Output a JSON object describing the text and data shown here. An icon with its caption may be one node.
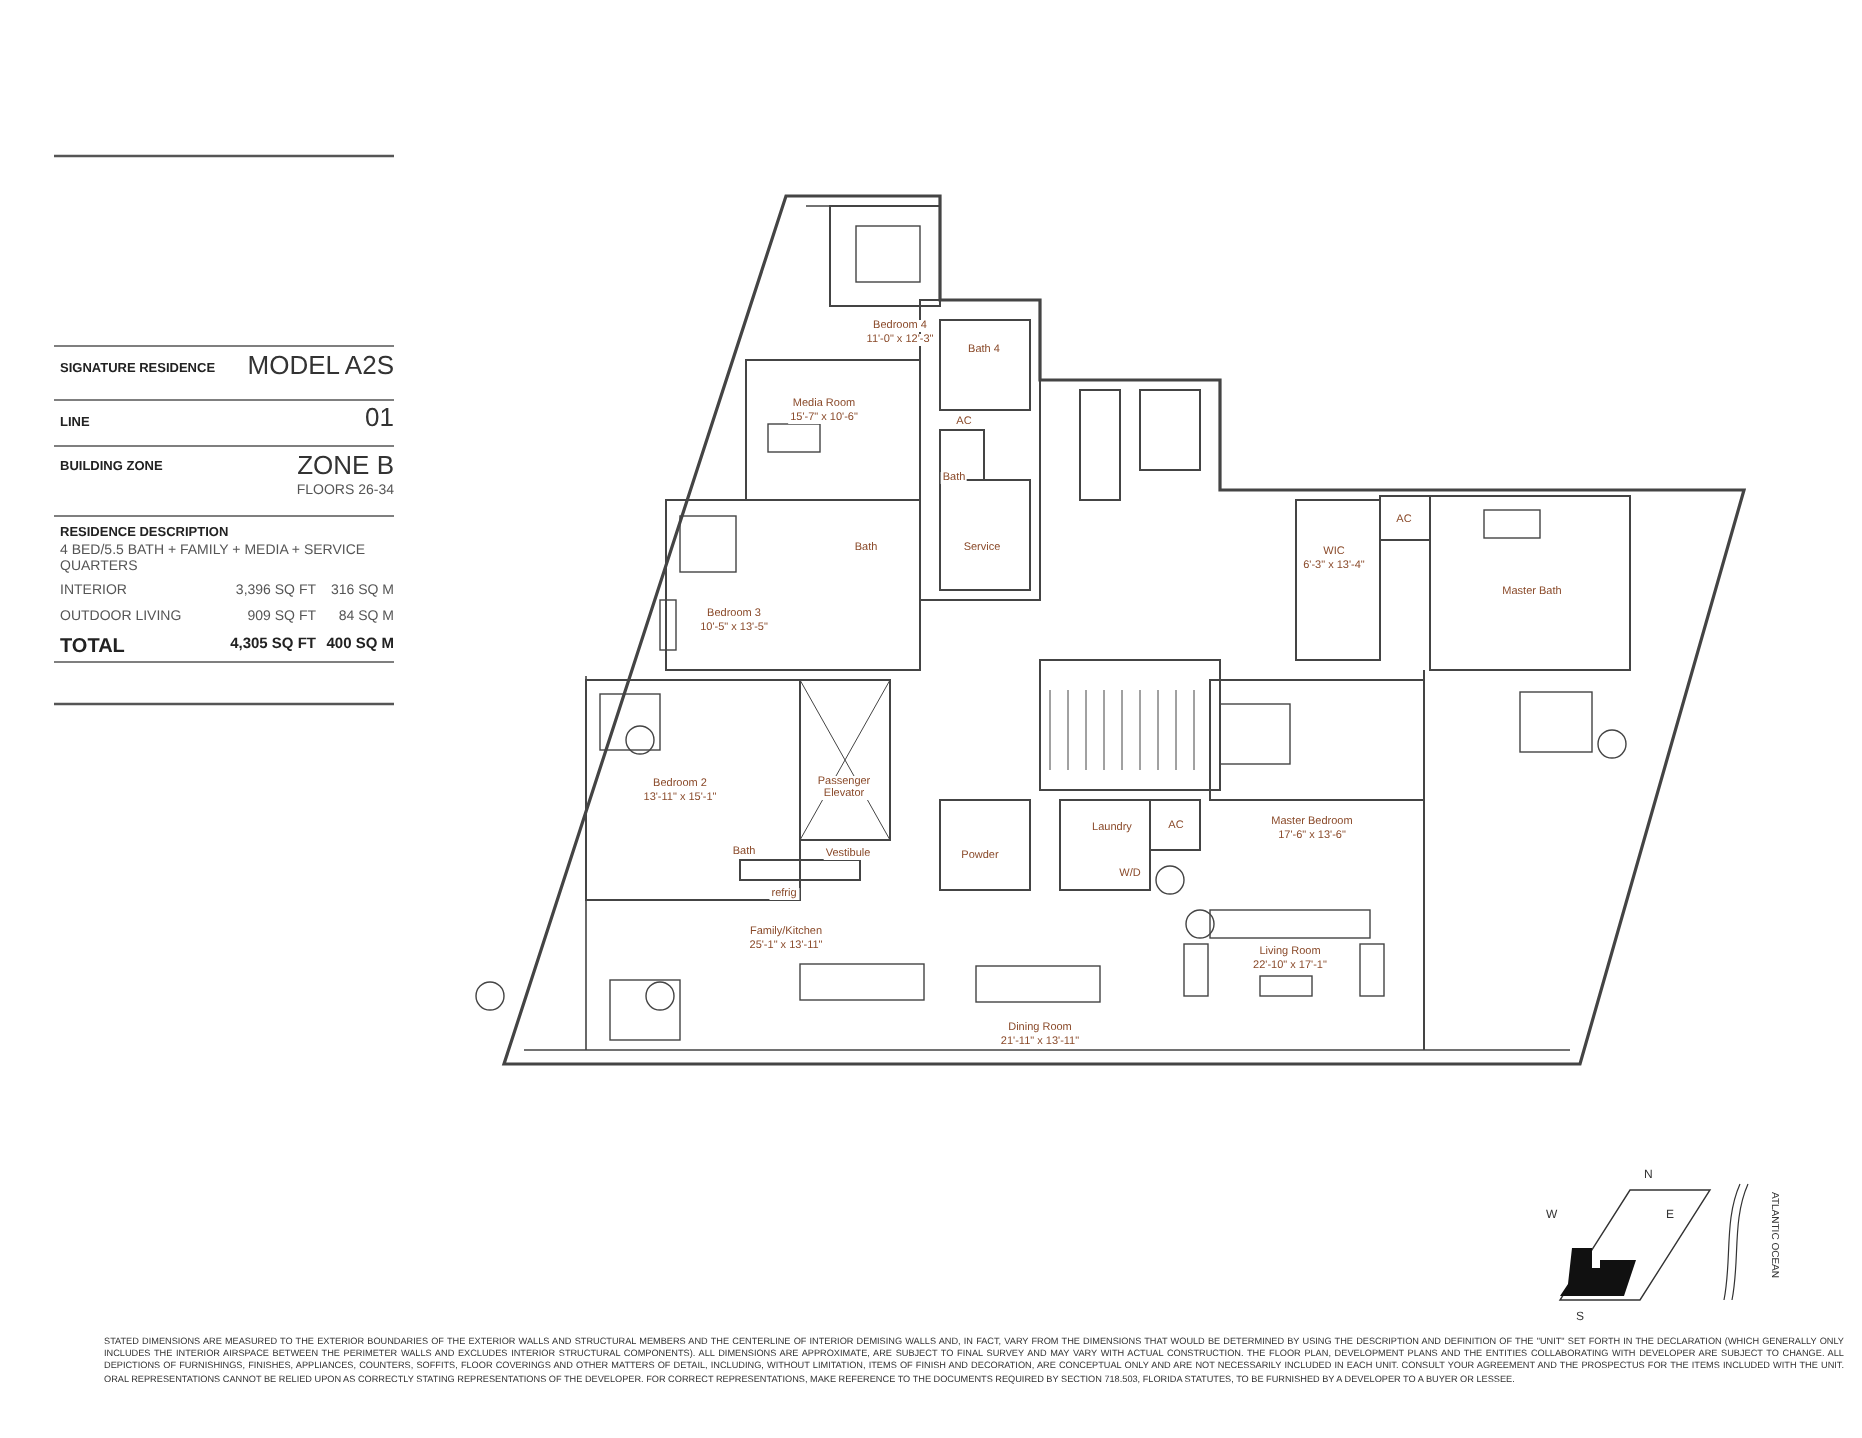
{
  "diagram": {
    "labels": [
      "SIGNATURE RESIDENCE",
      "MODEL A2S",
      "LINE",
      "01",
      "BUILDING ZONE",
      "ZONE B",
      "FLOORS 26-34",
      "RESIDENCE DESCRIPTION",
      "4 BED/5.5 BATH + FAMILY + MEDIA + SERVICE QUARTERS",
      "INTERIOR",
      "3,396 SQ FT",
      "316 SQ M",
      "OUTDOOR LIVING",
      "909 SQ FT",
      "84 SQ M",
      "TOTAL",
      "4,305 SQ FT",
      "400 SQ M",
      "Bedroom 4",
      "11'-0\" x 12'-3\"",
      "Bath 4",
      "AC",
      "Bath",
      "Service",
      "Media Room",
      "15'-7\" x 10'-6\"",
      "Bath",
      "Bedroom 3",
      "10'-5\" x 13'-5\"",
      "WIC",
      "6'-3\" x 13'-4\"",
      "AC",
      "Master Bath",
      "Bedroom 2",
      "13'-11\" x 15'-1\"",
      "Passenger Elevator",
      "Bath",
      "Vestibule",
      "refrig",
      "Family/Kitchen",
      "25'-1\" x 13'-11\"",
      "Powder",
      "Laundry",
      "AC",
      "W/D",
      "Master Bedroom",
      "17'-6\" x 13'-6\"",
      "Living Room",
      "22'-10\" x 17'-1\"",
      "Dining Room",
      "21'-11\" x 13'-11\"",
      "N",
      "W",
      "E",
      "S",
      "ATLANTIC OCEAN",
      "STATED DIMENSIONS ARE MEASURED TO THE EXTERIOR BOUNDARIES OF THE EXTERIOR WALLS AND STRUCTURAL MEMBERS AND THE CENTERLINE OF INTERIOR DEMISING WALLS AND, IN FACT, VARY FROM THE DIMENSIONS THAT WOULD BE DETERMINED BY USING THE DESCRIPTION AND DEFINITION OF THE \"UNIT\" SET FORTH IN THE DECLARATION (WHICH GENERALLY ONLY INCLUDES THE INTERIOR AIRSPACE BETWEEN THE PERIMETER WALLS AND EXCLUDES INTERIOR STRUCTURAL COMPONENTS). ALL DIMENSIONS ARE APPROXIMATE, ARE SUBJECT TO FINAL SURVEY AND MAY VARY WITH ACTUAL CONSTRUCTION. THE FLOOR PLAN, DEVELOPMENT PLANS AND THE ENTITIES COLLABORATING WITH DEVELOPER ARE SUBJECT TO CHANGE. ALL DEPICTIONS OF FURNISHINGS, FINISHES, APPLIANCES, COUNTERS, SOFFITS, FLOOR COVERINGS AND OTHER MATTERS OF DETAIL, INCLUDING, WITHOUT LIMITATION, ITEMS OF FINISH AND DECORATION, ARE CONCEPTUAL ONLY AND ARE NOT NECESSARILY INCLUDED IN EACH UNIT. CONSULT YOUR AGREEMENT AND THE PROSPECTUS FOR THE ITEMS INCLUDED WITH THE UNIT. ORAL REPRESENTATIONS CANNOT BE RELIED UPON AS CORRECTLY STATING REPRESENTATIONS OF THE DEVELOPER. FOR CORRECT REPRESENTATIONS, MAKE REFERENCE TO THE DOCUMENTS REQUIRED BY SECTION 718.503, FLORIDA STATUTES, TO BE FURNISHED BY A DEVELOPER TO A BUYER OR LESSEE."
    ]
  }
}
